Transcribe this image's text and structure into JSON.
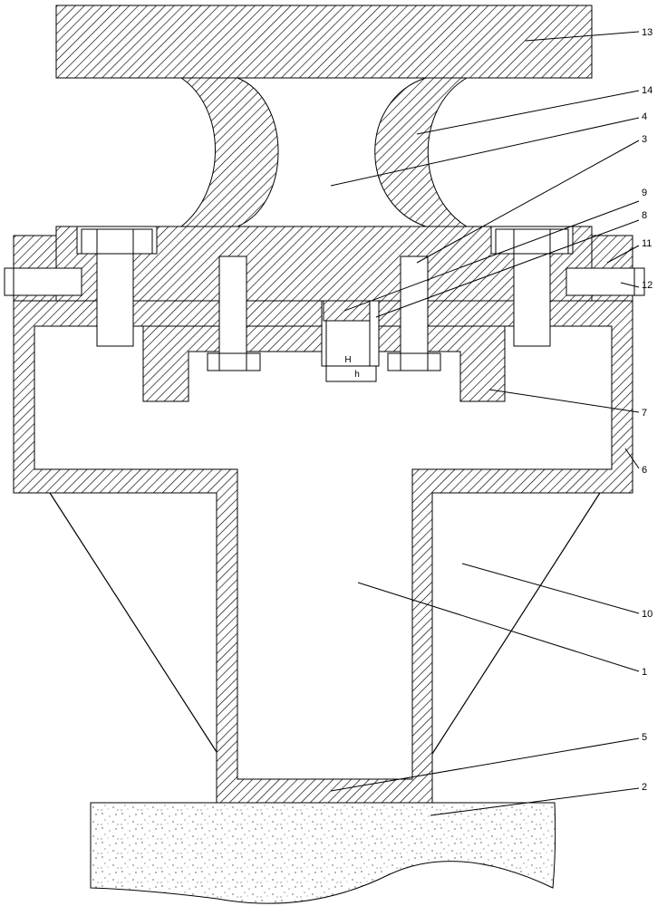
{
  "labels": {
    "l1": "1",
    "l2": "2",
    "l3": "3",
    "l4": "4",
    "l5": "5",
    "l6": "6",
    "l7": "7",
    "l8": "8",
    "l9": "9",
    "l10": "10",
    "l11": "11",
    "l12": "12",
    "l13": "13",
    "l14": "14"
  },
  "dimensions": {
    "H": "H",
    "h": "h"
  }
}
